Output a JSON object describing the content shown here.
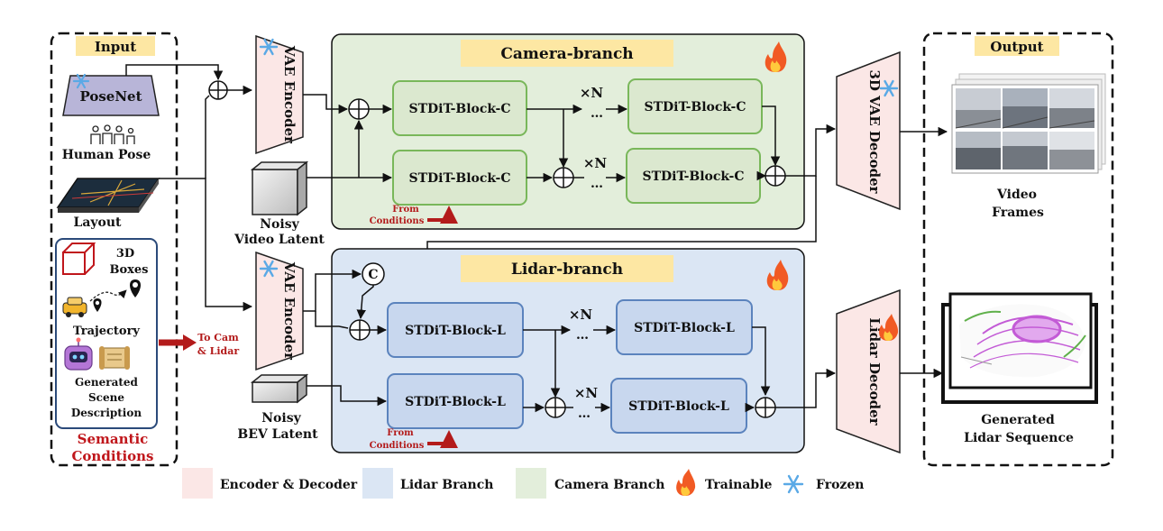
{
  "input": {
    "title": "Input",
    "posenet_label": "PoseNet",
    "human_pose_label": "Human Pose",
    "layout_label": "Layout",
    "boxes_label_1": "3D",
    "boxes_label_2": "Boxes",
    "trajectory_label": "Trajectory",
    "scene_label_1": "Generated",
    "scene_label_2": "Scene",
    "scene_label_3": "Description",
    "semantic_label_1": "Semantic",
    "semantic_label_2": "Conditions",
    "to_cam_lidar_1": "To Cam",
    "to_cam_lidar_2": "& Lidar"
  },
  "camera": {
    "title": "Camera-branch",
    "vae_encoder": "VAE Encoder",
    "block": "STDiT-Block-C",
    "repeat": "×N",
    "noisy_label_1": "Noisy",
    "noisy_label_2": "Video Latent",
    "from_conditions_1": "From",
    "from_conditions_2": "Conditions"
  },
  "lidar": {
    "title": "Lidar-branch",
    "vae_encoder": "VAE Encoder",
    "block": "STDiT-Block-L",
    "repeat": "×N",
    "concat": "C",
    "noisy_label_1": "Noisy",
    "noisy_label_2": "BEV Latent",
    "from_conditions_1": "From",
    "from_conditions_2": "Conditions"
  },
  "output": {
    "title": "Output",
    "vae_decoder": "3D VAE Decoder",
    "lidar_decoder": "Lidar Decoder",
    "video_label_1": "Video",
    "video_label_2": "Frames",
    "lidar_label_1": "Generated",
    "lidar_label_2": "Lidar Sequence"
  },
  "legend": {
    "encoder_decoder": "Encoder & Decoder",
    "lidar_branch": "Lidar Branch",
    "camera_branch": "Camera Branch",
    "trainable": "Trainable",
    "frozen": "Frozen"
  },
  "colors": {
    "encoder_fill": "#fbe7e6",
    "lidar_fill": "#dbe6f4",
    "camera_fill": "#e3eedb",
    "title_bar": "#fde7a3",
    "camera_block_border": "#79b75a",
    "lidar_block_border": "#5b83bd",
    "semantic_red": "#c0161b"
  }
}
